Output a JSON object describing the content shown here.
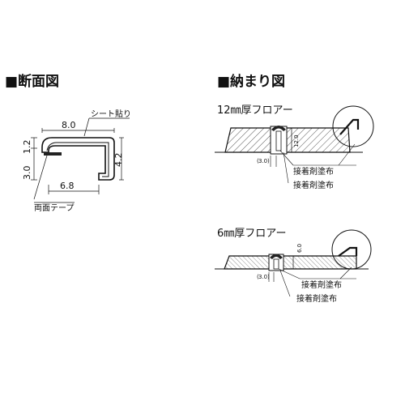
{
  "headings": {
    "section": "■断面図",
    "installation": "■納まり図"
  },
  "section_view": {
    "sheet_label": "シート貼り",
    "tape_label": "両面テープ",
    "dim_top": "8.0",
    "dim_bottom": "6.8",
    "dim_left_total": "3.0",
    "dim_left_upper": "1.2",
    "dim_right": "4.2"
  },
  "detail_12mm": {
    "title": "12㎜厚フロアー",
    "floor_thickness": "12.0",
    "gap": "3.0",
    "adhesive_1": "接着剤塗布",
    "adhesive_2": "接着剤塗布"
  },
  "detail_6mm": {
    "title": "6㎜厚フロアー",
    "floor_thickness": "6.0",
    "gap": "3.0",
    "adhesive_1": "接着剤塗布",
    "adhesive_2": "接着剤塗布"
  }
}
